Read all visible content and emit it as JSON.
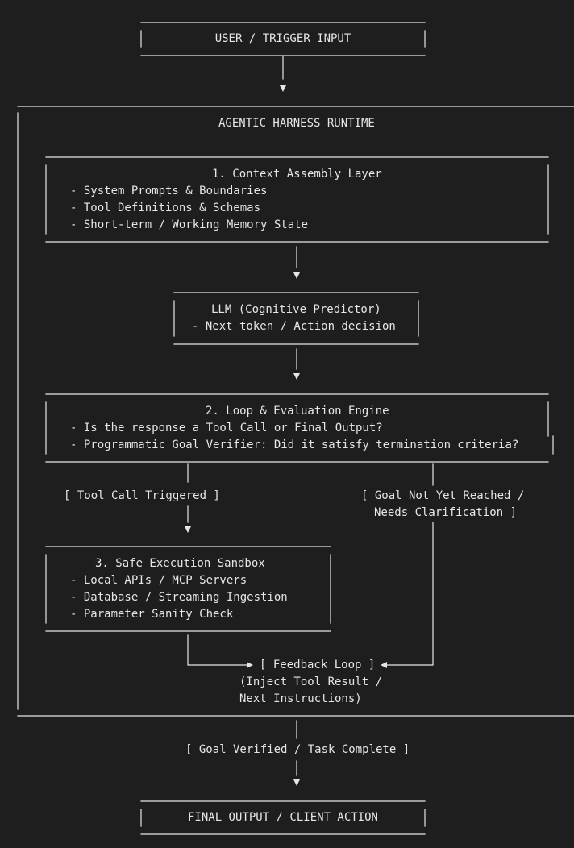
{
  "colors": {
    "background": "#1e1e1e",
    "text": "#e6e6e6",
    "line": "#e6e6e6"
  },
  "nodes": {
    "user_input": {
      "label": "USER / TRIGGER INPUT"
    },
    "runtime": {
      "label": "AGENTIC HARNESS RUNTIME"
    },
    "context": {
      "title": "1. Context Assembly Layer",
      "items": [
        "- System Prompts & Boundaries",
        "- Tool Definitions & Schemas",
        "- Short-term / Working Memory State"
      ]
    },
    "llm": {
      "title": "LLM (Cognitive Predictor)",
      "items": [
        "- Next token / Action decision"
      ]
    },
    "loop": {
      "title": "2. Loop & Evaluation Engine",
      "items": [
        "- Is the response a Tool Call or Final Output?",
        "- Programmatic Goal Verifier: Did it satisfy termination criteria?"
      ]
    },
    "sandbox": {
      "title": "3. Safe Execution Sandbox",
      "items": [
        "- Local APIs / MCP Servers",
        "- Database / Streaming Ingestion",
        "- Parameter Sanity Check"
      ]
    },
    "final_output": {
      "label": "FINAL OUTPUT / CLIENT ACTION"
    }
  },
  "edge_labels": {
    "tool_call": "[ Tool Call Triggered ]",
    "goal_not_reached": [
      "[ Goal Not Yet Reached /",
      "Needs Clarification ]"
    ],
    "feedback": "[ Feedback Loop ]",
    "feedback_note": [
      "(Inject Tool Result /",
      "Next Instructions)"
    ],
    "goal_verified": "[ Goal Verified / Task Complete ]"
  }
}
